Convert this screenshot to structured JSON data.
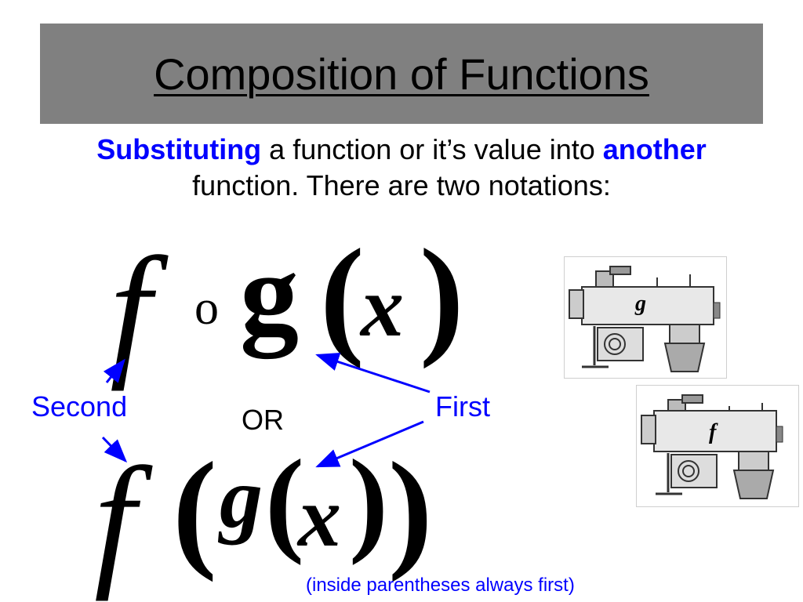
{
  "slide": {
    "title": "Composition of Functions",
    "subtitle": {
      "part1": "Substituting",
      "part2": " a function or it’s value into ",
      "part3": "another",
      "part4": "function.  There are two notations:"
    },
    "notation_top": {
      "f": "f",
      "op": "o",
      "g": "g",
      "lparen": "(",
      "x": "x",
      "rparen": ")"
    },
    "notation_bottom": {
      "f": "f",
      "lparen_outer": "(",
      "g": "g",
      "lparen_inner": "(",
      "x": "x",
      "rparen_inner": ")",
      "rparen_outer": ")"
    },
    "second_label": "Second",
    "first_label": "First",
    "or_label": "OR",
    "note": "(inside parentheses always first)",
    "machine_g_label": "g",
    "machine_f_label": "f"
  },
  "colors": {
    "accent_blue": "#0000ff",
    "title_bar": "#808080"
  }
}
